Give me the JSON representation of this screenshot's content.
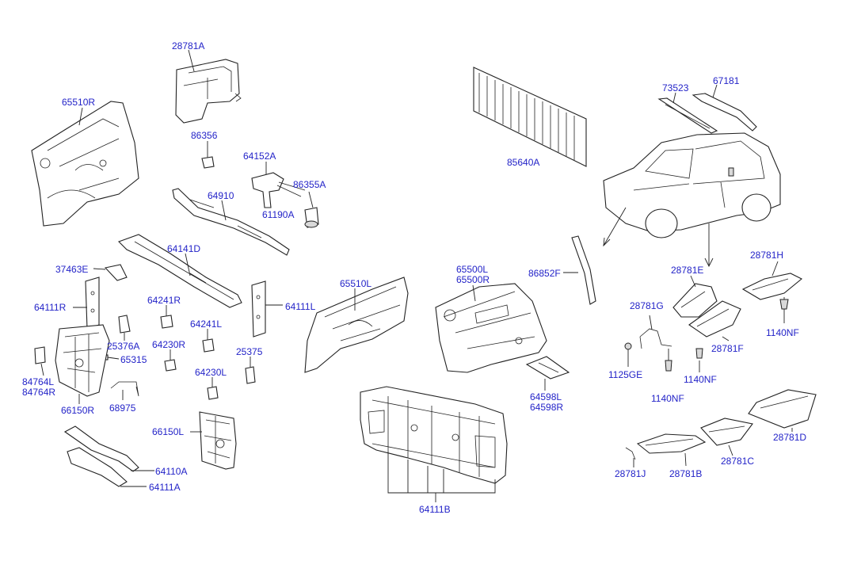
{
  "diagram_title": "",
  "labels": {
    "l28781A": "28781A",
    "l65510R": "65510R",
    "l86356": "86356",
    "l64152A": "64152A",
    "l86355A": "86355A",
    "l61190A": "61190A",
    "l64910": "64910",
    "l85640A": "85640A",
    "l73523": "73523",
    "l67181": "67181",
    "l64141D": "64141D",
    "l37463E": "37463E",
    "l64111R": "64111R",
    "l64241R": "64241R",
    "l64241L": "64241L",
    "l25376A": "25376A",
    "l64230R": "64230R",
    "l65315": "65315",
    "l25375": "25375",
    "l64230L": "64230L",
    "l84764L": "84764L",
    "l84764R": "84764R",
    "l66150R": "66150R",
    "l68975": "68975",
    "l64111L": "64111L",
    "l65510L": "65510L",
    "l65500L": "65500L",
    "l65500R": "65500R",
    "l86852F": "86852F",
    "l28781H": "28781H",
    "l28781E": "28781E",
    "l28781G": "28781G",
    "l28781F": "28781F",
    "l1140NF_a": "1140NF",
    "l1140NF_b": "1140NF",
    "l1140NF_c": "1140NF",
    "l1125GE": "1125GE",
    "l64598L": "64598L",
    "l64598R": "64598R",
    "l66150L": "66150L",
    "l64110A": "64110A",
    "l64111A": "64111A",
    "l64111B": "64111B",
    "l28781D": "28781D",
    "l28781C": "28781C",
    "l28781B": "28781B",
    "l28781J": "28781J"
  },
  "colors": {
    "label": "#2323c8",
    "line": "#222222",
    "shade": "#d9d9d9"
  }
}
